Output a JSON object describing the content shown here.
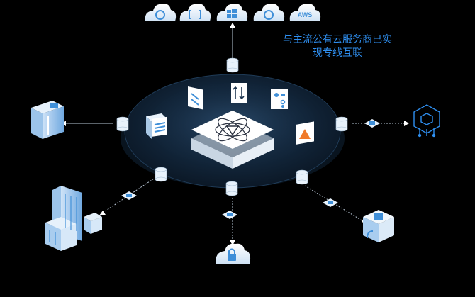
{
  "caption": {
    "line1": "与主流公有云服务商已实",
    "line2": "现专线互联"
  },
  "clouds": [
    {
      "icon": "cloud-logo-icon"
    },
    {
      "icon": "cloud-bracket-icon"
    },
    {
      "icon": "cloud-windows-icon"
    },
    {
      "icon": "cloud-logo-icon"
    },
    {
      "icon": "cloud-aws-icon",
      "label": "AWS"
    }
  ],
  "nodes": [
    {
      "icon": "office-building-icon"
    },
    {
      "icon": "network-cube-icon"
    },
    {
      "icon": "building-cluster-icon"
    },
    {
      "icon": "secure-cloud-icon"
    },
    {
      "icon": "data-center-box-icon"
    }
  ],
  "colors": {
    "background": "#000000",
    "accent": "#2f8ff0",
    "platform": "#0d1b2a",
    "icon_light": "#e8f2fb",
    "icon_blue": "#3f8fd8"
  }
}
